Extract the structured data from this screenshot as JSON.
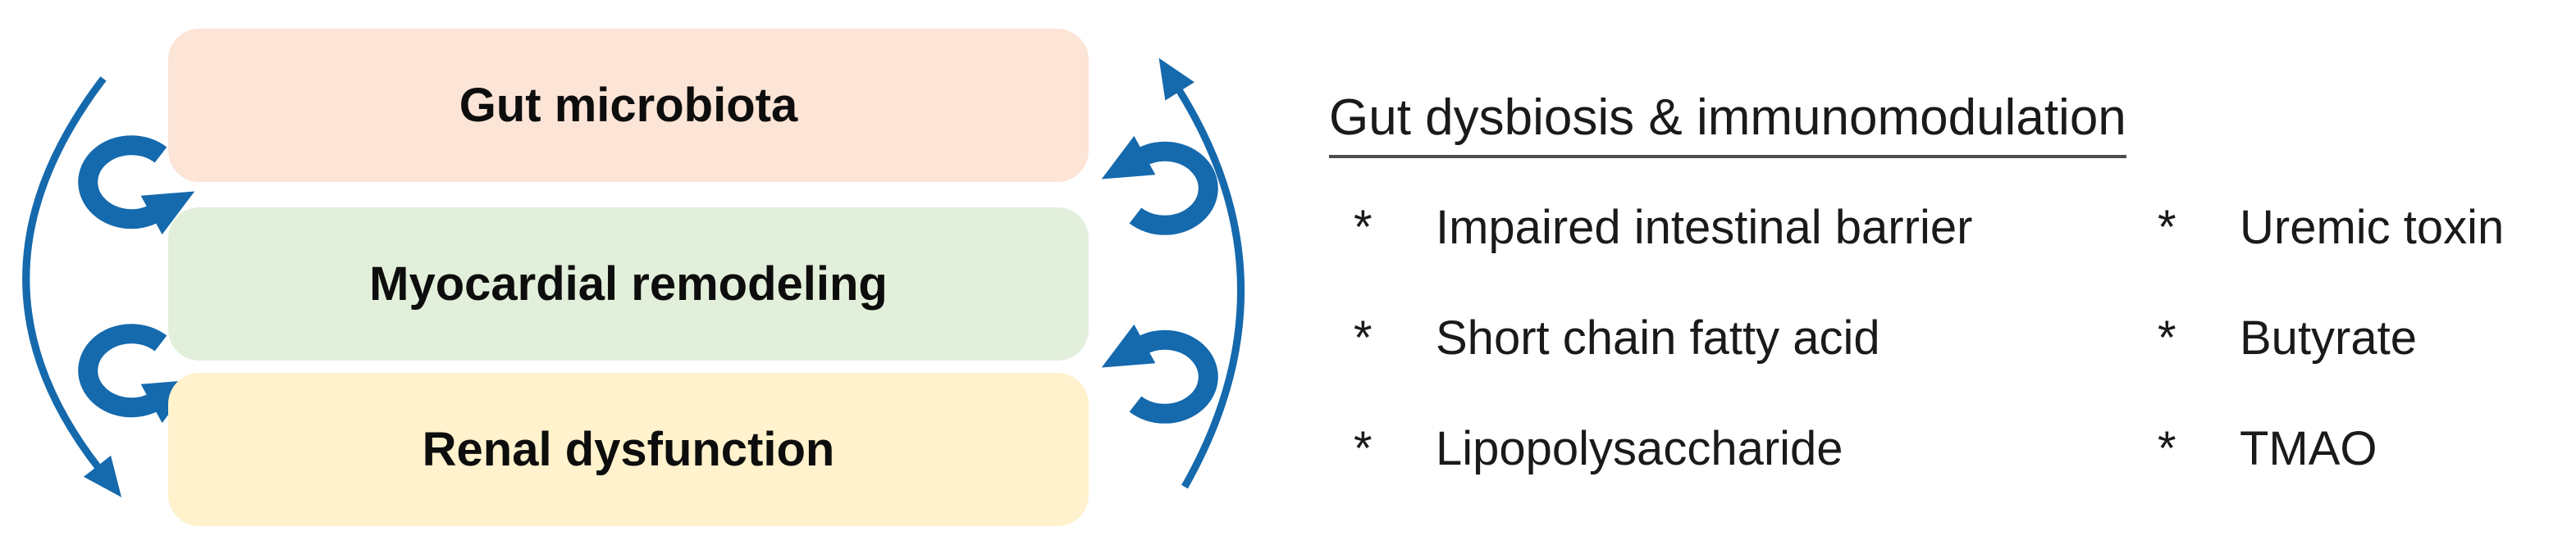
{
  "diagram": {
    "boxes": [
      {
        "label": "Gut microbiota",
        "bg": "#fce4d6"
      },
      {
        "label": "Myocardial remodeling",
        "bg": "#e2efda"
      },
      {
        "label": "Renal dysfunction",
        "bg": "#fff2cc"
      }
    ],
    "arrow_color": "#1569ad",
    "arrow_meaning": "bidirectional-cycle-arrows"
  },
  "panel": {
    "heading": "Gut dysbiosis & immunomodulation",
    "bullet": "*",
    "columns": [
      {
        "items": [
          {
            "text": "Impaired intestinal barrier"
          },
          {
            "text": "Short chain fatty acid"
          },
          {
            "text": "Lipopolysaccharide"
          }
        ]
      },
      {
        "items": [
          {
            "text": "Uremic toxin"
          },
          {
            "text": "Butyrate"
          },
          {
            "text": "TMAO"
          }
        ]
      }
    ]
  }
}
